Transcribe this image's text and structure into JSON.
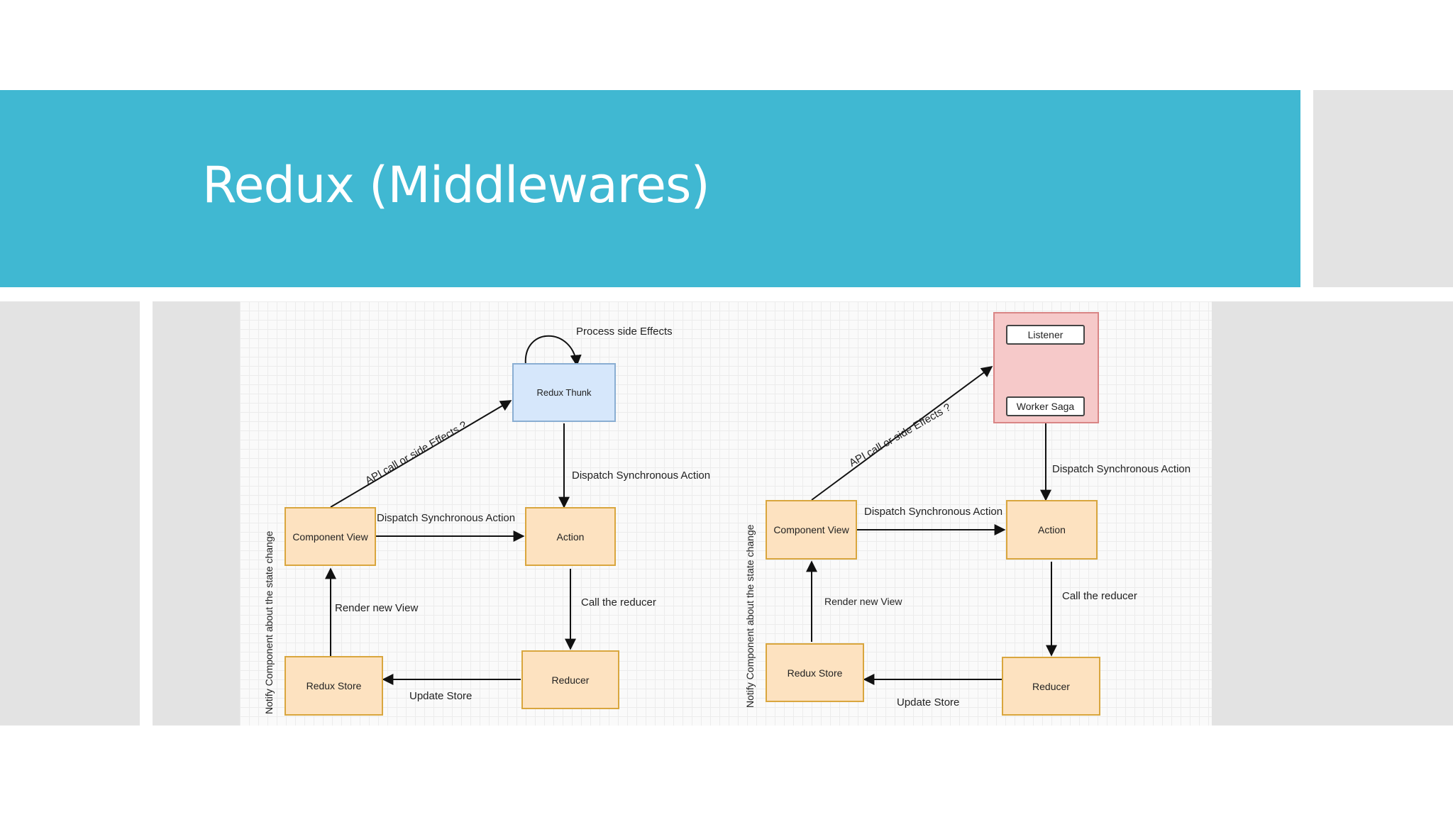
{
  "slide": {
    "title": "Redux (Middlewares)"
  },
  "thunk_diagram": {
    "nodes": {
      "redux_thunk": "Redux Thunk",
      "component_view": "Component View",
      "action": "Action",
      "reducer": "Reducer",
      "redux_store": "Redux Store"
    },
    "labels": {
      "process_side_effects": "Process side Effects",
      "api_call": "API call or side Effects ?",
      "dispatch_from_thunk": "Dispatch Synchronous Action",
      "dispatch_from_view": "Dispatch Synchronous Action",
      "call_reducer": "Call the reducer",
      "update_store": "Update Store",
      "render_view": "Render new View",
      "notify": "Notify Component about the state change"
    }
  },
  "saga_diagram": {
    "nodes": {
      "listener": "Listener",
      "worker_saga": "Worker Saga",
      "component_view": "Component View",
      "action": "Action",
      "reducer": "Reducer",
      "redux_store": "Redux Store"
    },
    "labels": {
      "api_call": "API call or side Effects ?",
      "dispatch_from_saga": "Dispatch Synchronous Action",
      "dispatch_from_view": "Dispatch Synchronous Action",
      "call_reducer": "Call the reducer",
      "update_store": "Update Store",
      "render_view": "Render new View",
      "notify": "Notify Component about the state change"
    }
  },
  "colors": {
    "title_band": "#40b8d2",
    "side_panel": "#e3e3e3",
    "orange_fill": "#fde2c0",
    "orange_border": "#d9a63e",
    "blue_fill": "#d6e7fb",
    "saga_fill": "#f6c9c9"
  }
}
